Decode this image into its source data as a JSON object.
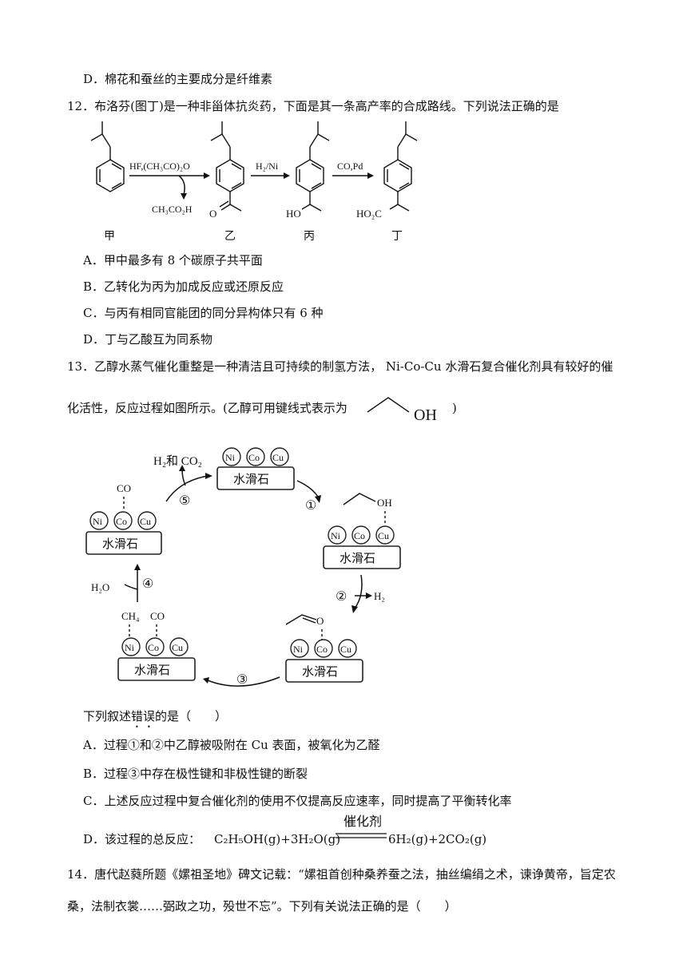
{
  "q11": {
    "option_d": "D．棉花和蚕丝的主要成分是纤维素"
  },
  "q12": {
    "stem": "12．布洛芬(图丁)是一种非甾体抗炎药，下面是其一条高产率的合成路线。下列说法正确的是",
    "reagent1": "HF,(CH₃CO)₂O",
    "byproduct1": "CH₃CO₂H",
    "reagent2": "H₂/Ni",
    "reagent3": "CO,Pd",
    "group_yi": "O",
    "group_bing": "HO",
    "group_ding": "HO₂C",
    "labels": [
      "甲",
      "乙",
      "丙",
      "丁"
    ],
    "options": [
      "A．甲中最多有 8 个碳原子共平面",
      "B．乙转化为丙为加成反应或还原反应",
      "C．与丙有相同官能团的同分异构体只有 6 种",
      "D．丁与乙酸互为同系物"
    ]
  },
  "q13": {
    "stem_line1": "13．乙醇水蒸气催化重整是一种清洁且可持续的制氢方法，  Ni-Co-Cu  水滑石复合催化剂具有较好的催",
    "stem_line2": "化活性，反应过程如图所示。(乙醇可用键线式表示为",
    "stem_line2_end": ")",
    "ethanol_oh": "OH",
    "diagram": {
      "support": "水滑石",
      "metals": [
        "Ni",
        "Co",
        "Cu"
      ],
      "products_top": "H₂和 CO₂",
      "co": "CO",
      "ch4": "CH₄",
      "oh": "OH",
      "o": "O",
      "h2o": "H₂O",
      "h2": "H₂",
      "steps": [
        "①",
        "②",
        "③",
        "④",
        "⑤"
      ]
    },
    "question_prefix": "下列叙述",
    "question_emph": "错误",
    "question_suffix": "的是（　　）",
    "options": [
      "A．过程①和②中乙醇被吸附在 Cu 表面，被氧化为乙醛",
      "B．过程③中存在极性键和非极性键的断裂",
      "C．上述反应过程中复合催化剂的使用不仅提高反应速率，同时提高了平衡转化率"
    ],
    "option_d_prefix": "D．该过程的总反应：",
    "eq_left": "C₂H₅OH(g)+3H₂O(g)",
    "eq_catalyst": "催化剂",
    "eq_right": "6H₂(g)+2CO₂(g)"
  },
  "q14": {
    "line1": "14．唐代赵蕤所题《嫘祖圣地》碑文记载：“嫘祖首创种桑养蚕之法，抽丝编绢之术，谏诤黄帝，旨定农",
    "line2": "桑，法制衣裳……弼政之功，殁世不忘”。下列有关说法正确的是（　　）"
  }
}
